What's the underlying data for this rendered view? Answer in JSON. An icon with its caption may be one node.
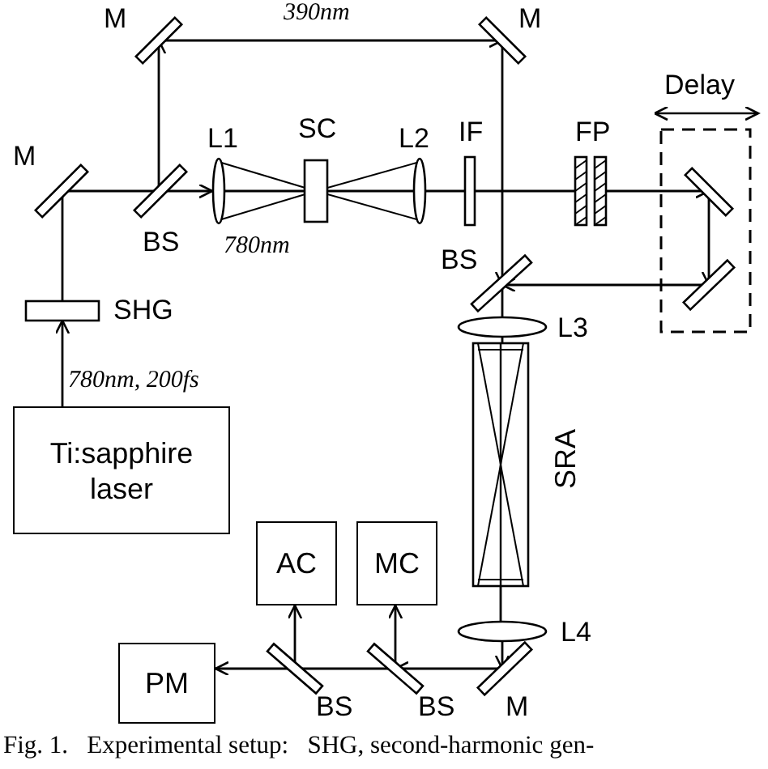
{
  "diagram": {
    "caption": "Fig. 1.   Experimental setup:   SHG, second-harmonic gen-",
    "nodes": [
      {
        "text": [
          "M"
        ]
      },
      {
        "text": [
          "M"
        ]
      },
      {
        "text": [
          "Delay"
        ]
      },
      {
        "text": [],
        "shape": "bar",
        "in": 2
      },
      {
        "text": [],
        "shape": "bar",
        "in": 2
      },
      {
        "text": [
          "M"
        ]
      },
      {
        "text": [
          "BS"
        ]
      },
      {
        "text": [
          "L1"
        ]
      },
      {
        "text": [
          "SC"
        ]
      },
      {
        "text": [
          "L2"
        ]
      },
      {
        "text": [
          "IF"
        ]
      },
      {
        "text": [
          "FP"
        ]
      },
      {
        "text": [
          "BS"
        ]
      },
      {
        "text": [
          "SHG"
        ]
      },
      {
        "text": [
          "L3"
        ]
      },
      {
        "text": [
          "SRA"
        ]
      },
      {
        "text": [
          "Ti:sapphire laser"
        ]
      },
      {
        "text": [
          "AC"
        ]
      },
      {
        "text": [
          "MC"
        ]
      },
      {
        "text": [
          "L4"
        ]
      },
      {
        "text": [
          "PM"
        ]
      },
      {
        "text": [
          "BS"
        ]
      },
      {
        "text": [
          "BS"
        ]
      },
      {
        "text": [
          "M"
        ]
      }
    ],
    "edges": [
      {
        "from": 16,
        "to": 13,
        "arrow": "to",
        "label": "780nm, 200fs"
      },
      {
        "from": 13,
        "to": 5,
        "arrow": "none"
      },
      {
        "from": 5,
        "to": 6,
        "arrow": "none"
      },
      {
        "from": 6,
        "to": 7,
        "arrow": "to"
      },
      {
        "from": 6,
        "to": 0,
        "arrow": "to"
      },
      {
        "from": 0,
        "to": 1,
        "arrow": "to",
        "label": "390nm"
      },
      {
        "from": 1,
        "to": 12,
        "arrow": "to"
      },
      {
        "from": 7,
        "to": 8,
        "arrow": "none",
        "label": "780nm"
      },
      {
        "from": 8,
        "to": 9,
        "arrow": "none"
      },
      {
        "from": 9,
        "to": 10,
        "arrow": "none"
      },
      {
        "from": 10,
        "to": 11,
        "arrow": "none"
      },
      {
        "from": 11,
        "to": 3,
        "arrow": "to"
      },
      {
        "from": 3,
        "to": 4,
        "arrow": "to"
      },
      {
        "from": 4,
        "to": 12,
        "arrow": "to"
      },
      {
        "from": 12,
        "to": 14,
        "arrow": "none"
      },
      {
        "from": 14,
        "to": 15,
        "arrow": "none"
      },
      {
        "from": 15,
        "to": 19,
        "arrow": "none"
      },
      {
        "from": 19,
        "to": 23,
        "arrow": "to"
      },
      {
        "from": 23,
        "to": 22,
        "arrow": "to"
      },
      {
        "from": 22,
        "to": 18,
        "arrow": "to"
      },
      {
        "from": 22,
        "to": 21,
        "arrow": "none"
      },
      {
        "from": 21,
        "to": 17,
        "arrow": "to"
      },
      {
        "from": 21,
        "to": 20,
        "arrow": "to"
      }
    ]
  }
}
